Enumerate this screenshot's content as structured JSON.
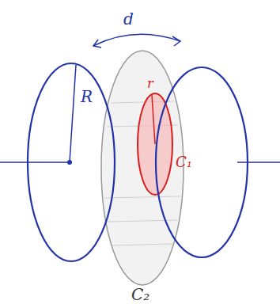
{
  "diagram": {
    "labels": [
      "d",
      "R",
      "r",
      "C₁",
      "C₂"
    ]
  }
}
